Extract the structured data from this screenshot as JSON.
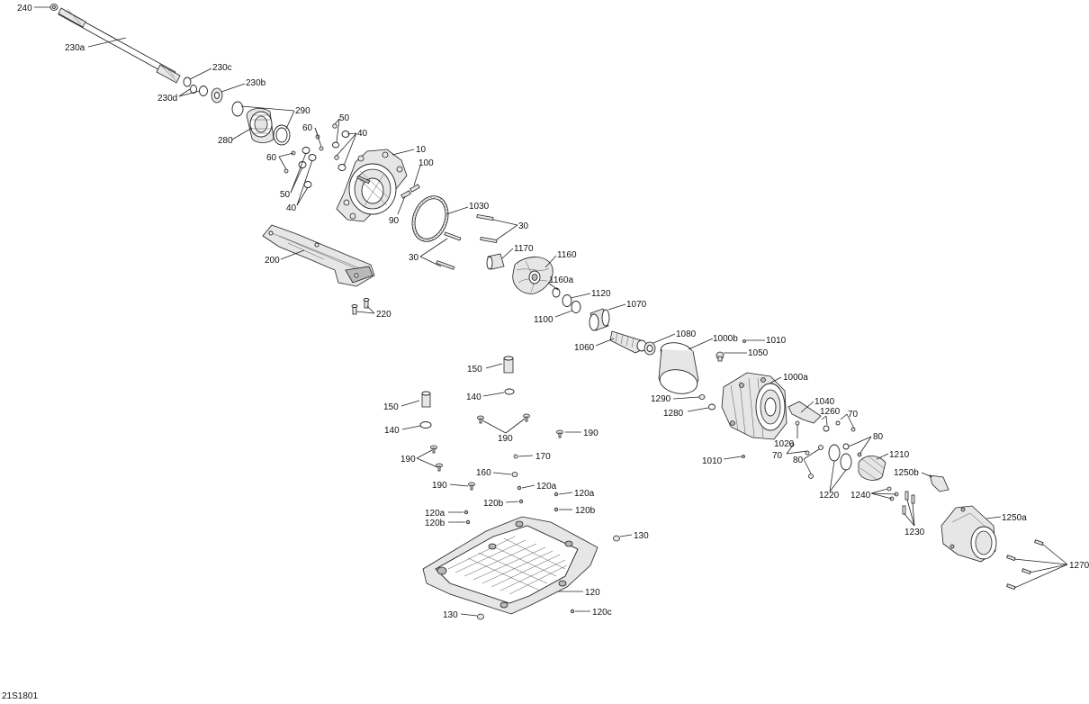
{
  "diagram_code": "21S1801",
  "labels": {
    "l240": "240",
    "l230a": "230a",
    "l230c": "230c",
    "l230d": "230d",
    "l230b": "230b",
    "l290": "290",
    "l280": "280",
    "l60a": "60",
    "l50a": "50",
    "l40a": "40",
    "l60b": "60",
    "l50b": "50",
    "l40b": "40",
    "l10": "10",
    "l100": "100",
    "l90": "90",
    "l1030": "1030",
    "l30a": "30",
    "l30b": "30",
    "l200": "200",
    "l220": "220",
    "l1170": "1170",
    "l1160": "1160",
    "l1160a": "1160a",
    "l1120": "1120",
    "l1100": "1100",
    "l1070": "1070",
    "l1060": "1060",
    "l1080": "1080",
    "l1000b": "1000b",
    "l1010a": "1010",
    "l1050": "1050",
    "l1000a": "1000a",
    "l1290": "1290",
    "l1280": "1280",
    "l1040": "1040",
    "l1260": "1260",
    "l70a": "70",
    "l1020": "1020",
    "l80a": "80",
    "l70b": "70",
    "l80b": "80",
    "l1010b": "1010",
    "l1210": "1210",
    "l1250b": "1250b",
    "l1220": "1220",
    "l1240": "1240",
    "l1230": "1230",
    "l1250a": "1250a",
    "l1270": "1270",
    "l150a": "150",
    "l140a": "140",
    "l150b": "150",
    "l140b": "140",
    "l190a": "190",
    "l190b": "190",
    "l190c": "190",
    "l190d": "190",
    "l170": "170",
    "l160": "160",
    "l120a1": "120a",
    "l120a2": "120a",
    "l120b1": "120b",
    "l120a3": "120a",
    "l120b2": "120b",
    "l120b3": "120b",
    "l130a": "130",
    "l120": "120",
    "l130b": "130",
    "l120c": "120c"
  }
}
